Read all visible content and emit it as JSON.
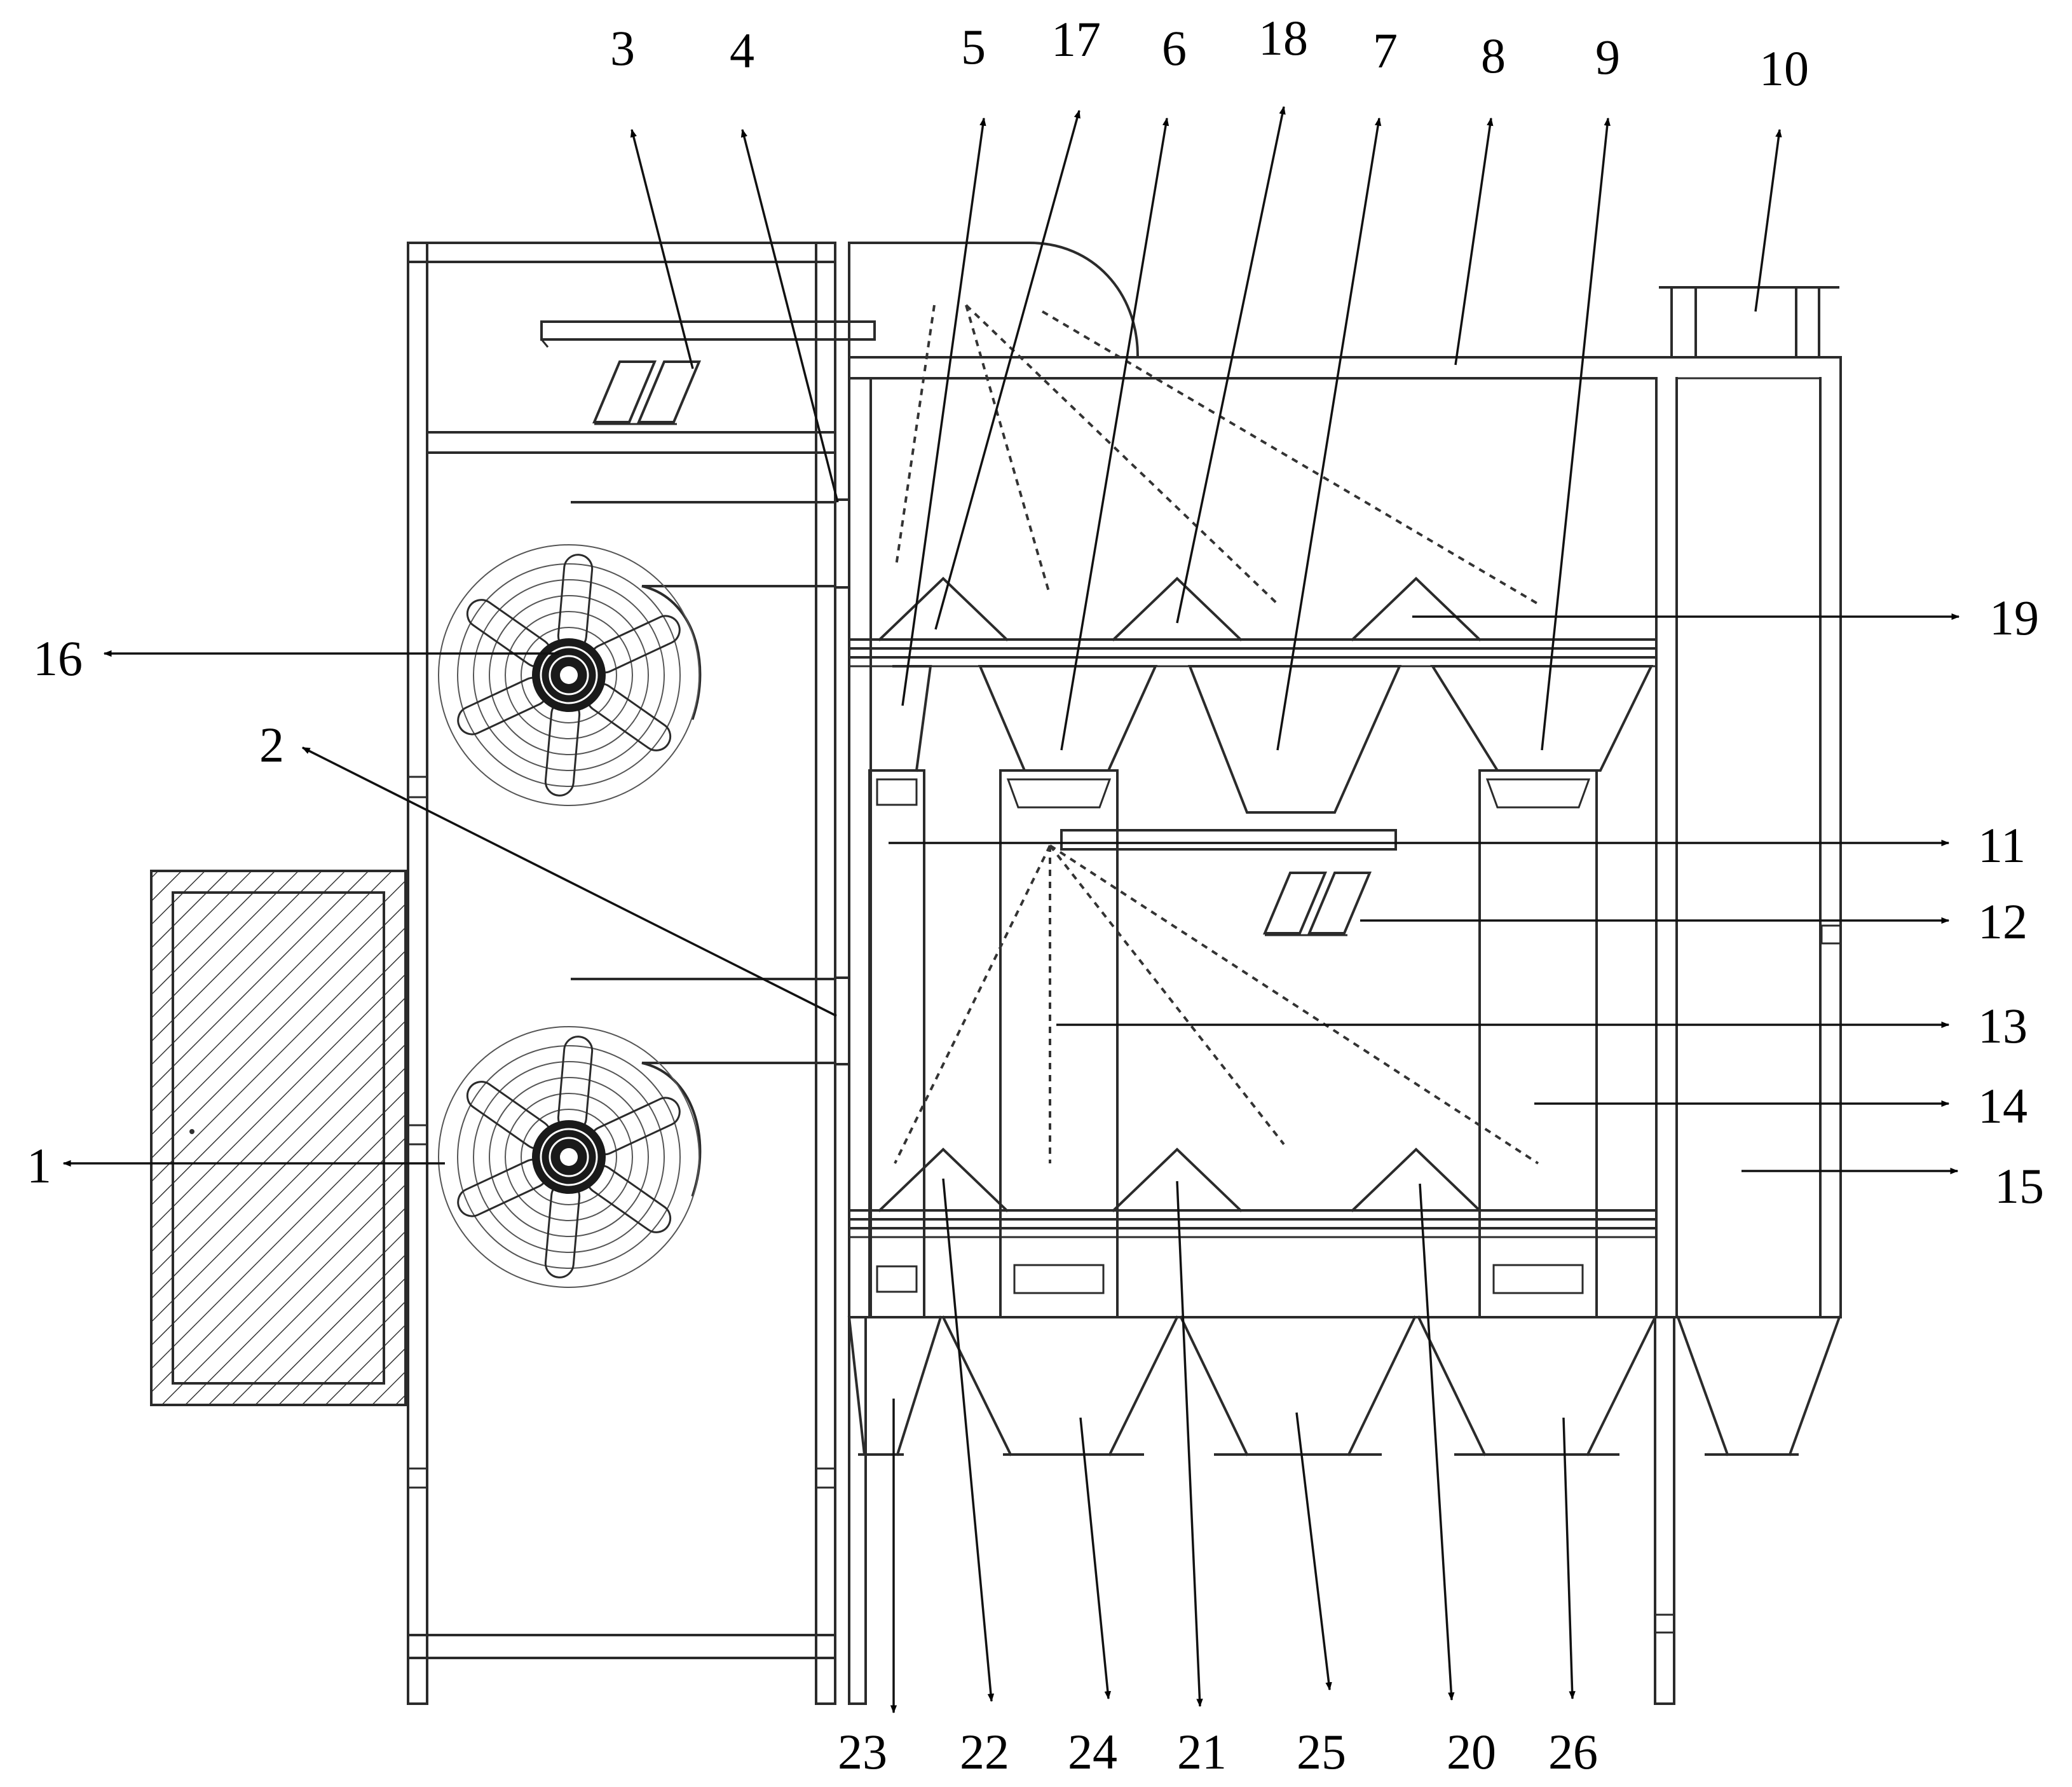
{
  "labels": {
    "n1": "1",
    "n2": "2",
    "n3": "3",
    "n4": "4",
    "n5": "5",
    "n6": "6",
    "n7": "7",
    "n8": "8",
    "n9": "9",
    "n10": "10",
    "n11": "11",
    "n12": "12",
    "n13": "13",
    "n14": "14",
    "n15": "15",
    "n16": "16",
    "n17": "17",
    "n18": "18",
    "n19": "19",
    "n20": "20",
    "n21": "21",
    "n22": "22",
    "n23": "23",
    "n24": "24",
    "n25": "25",
    "n26": "26"
  },
  "colors": {
    "line": "#2b2b2b",
    "background": "#ffffff"
  },
  "icons": {
    "fan": "axial-fan-icon",
    "nozzle": "spray-nozzle-icon",
    "arrow": "arrowhead-icon"
  }
}
